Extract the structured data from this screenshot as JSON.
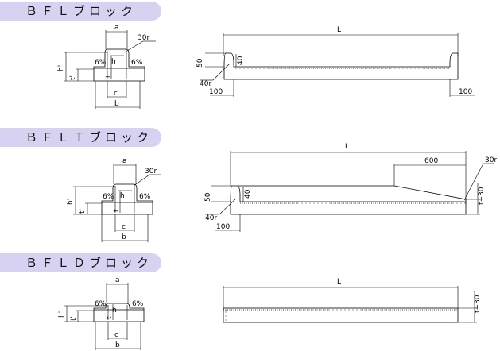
{
  "sections": [
    {
      "title": "ＢＦＬブロック",
      "section_labels": {
        "a": "a",
        "b": "b",
        "c": "c",
        "h": "h",
        "h_prime": "h'",
        "t": "t",
        "t_prime": "t'",
        "radius": "30r",
        "slope_left": "6%",
        "slope_right": "6%"
      },
      "side_labels": {
        "L": "L",
        "h50": "50",
        "t40": "40",
        "radius": "40r",
        "end_left": "100",
        "end_right": "100"
      }
    },
    {
      "title": "ＢＦＬＴブロック",
      "section_labels": {
        "a": "a",
        "b": "b",
        "c": "c",
        "h": "h",
        "h_prime": "h'",
        "t": "t",
        "t_prime": "t'",
        "radius": "30r",
        "slope_left": "6%",
        "slope_right": "6%"
      },
      "side_labels": {
        "L": "L",
        "len600": "600",
        "radius_right": "30r",
        "h50": "50",
        "t40": "40",
        "t_plus": "t+30",
        "radius": "40r",
        "end_left": "100"
      }
    },
    {
      "title": "ＢＦＬＤブロック",
      "section_labels": {
        "a": "a",
        "b": "b",
        "c": "c",
        "h": "h",
        "h_prime": "h'",
        "t": "t",
        "t_prime": "t'",
        "slope_left": "6%",
        "slope_right": "6%"
      },
      "side_labels": {
        "L": "L",
        "t_plus": "t+30"
      }
    }
  ]
}
